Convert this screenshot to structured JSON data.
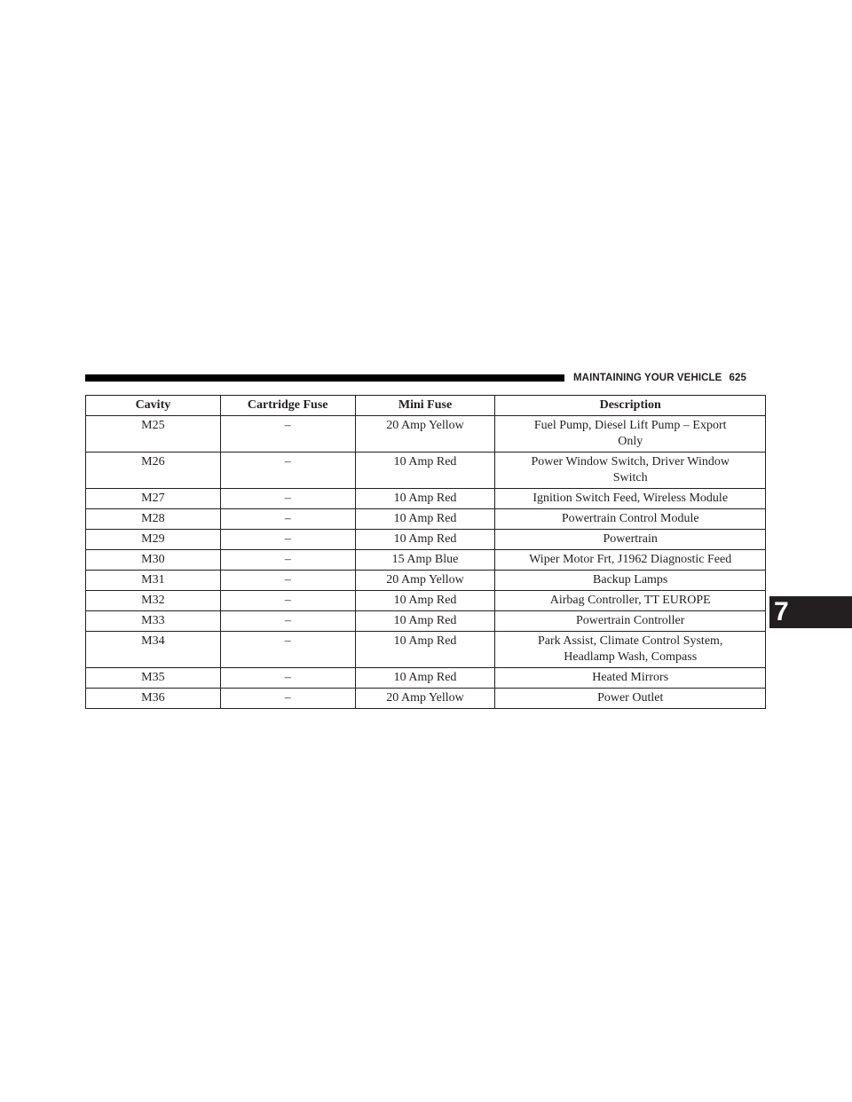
{
  "header": {
    "section_title": "MAINTAINING YOUR VEHICLE",
    "page_number": "625"
  },
  "chapter_tab": "7",
  "table": {
    "columns": [
      "Cavity",
      "Cartridge Fuse",
      "Mini Fuse",
      "Description"
    ],
    "rows": [
      {
        "cavity": "M25",
        "cartridge": "–",
        "mini": "20 Amp Yellow",
        "description": [
          "Fuel Pump, Diesel Lift Pump – Export",
          "Only"
        ]
      },
      {
        "cavity": "M26",
        "cartridge": "–",
        "mini": "10 Amp Red",
        "description": [
          "Power Window Switch, Driver Window",
          "Switch"
        ]
      },
      {
        "cavity": "M27",
        "cartridge": "–",
        "mini": "10 Amp Red",
        "description": [
          "Ignition Switch Feed, Wireless Module"
        ]
      },
      {
        "cavity": "M28",
        "cartridge": "–",
        "mini": "10 Amp Red",
        "description": [
          "Powertrain Control Module"
        ]
      },
      {
        "cavity": "M29",
        "cartridge": "–",
        "mini": "10 Amp Red",
        "description": [
          "Powertrain"
        ]
      },
      {
        "cavity": "M30",
        "cartridge": "–",
        "mini": "15 Amp Blue",
        "description": [
          "Wiper Motor Frt, J1962 Diagnostic Feed"
        ]
      },
      {
        "cavity": "M31",
        "cartridge": "–",
        "mini": "20 Amp Yellow",
        "description": [
          "Backup Lamps"
        ]
      },
      {
        "cavity": "M32",
        "cartridge": "–",
        "mini": "10 Amp Red",
        "description": [
          "Airbag Controller, TT EUROPE"
        ]
      },
      {
        "cavity": "M33",
        "cartridge": "–",
        "mini": "10 Amp Red",
        "description": [
          "Powertrain Controller"
        ]
      },
      {
        "cavity": "M34",
        "cartridge": "–",
        "mini": "10 Amp Red",
        "description": [
          "Park Assist, Climate Control System,",
          "Headlamp Wash, Compass"
        ]
      },
      {
        "cavity": "M35",
        "cartridge": "–",
        "mini": "10 Amp Red",
        "description": [
          "Heated Mirrors"
        ]
      },
      {
        "cavity": "M36",
        "cartridge": "–",
        "mini": "20 Amp Yellow",
        "description": [
          "Power Outlet"
        ]
      }
    ]
  }
}
